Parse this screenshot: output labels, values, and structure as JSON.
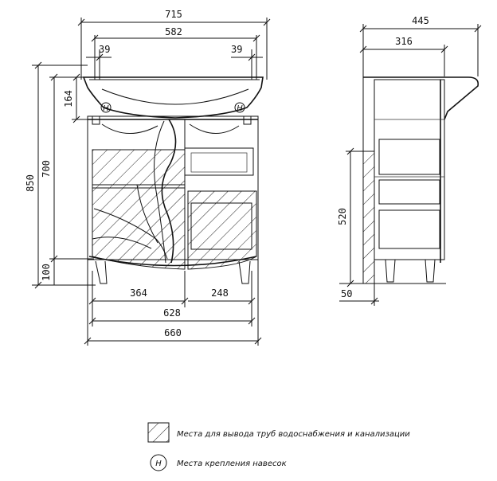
{
  "front_view": {
    "width_total": "715",
    "width_basin": "582",
    "offset_left": "39",
    "offset_right": "39",
    "height_total": "850",
    "height_cabinet": "700",
    "height_top": "164",
    "height_legs": "100",
    "width_left_section": "364",
    "width_right_section": "248",
    "width_inner": "628",
    "width_body": "660",
    "hanger_mark": "H"
  },
  "side_view": {
    "depth_total": "445",
    "depth_cabinet": "316",
    "height_pipe_zone": "520",
    "floor_offset": "50"
  },
  "legend": {
    "hatch_text": "Места для вывода труб водоснабжения и канализации",
    "hanger_symbol": "H",
    "hanger_text": "Места крепления навесок"
  }
}
